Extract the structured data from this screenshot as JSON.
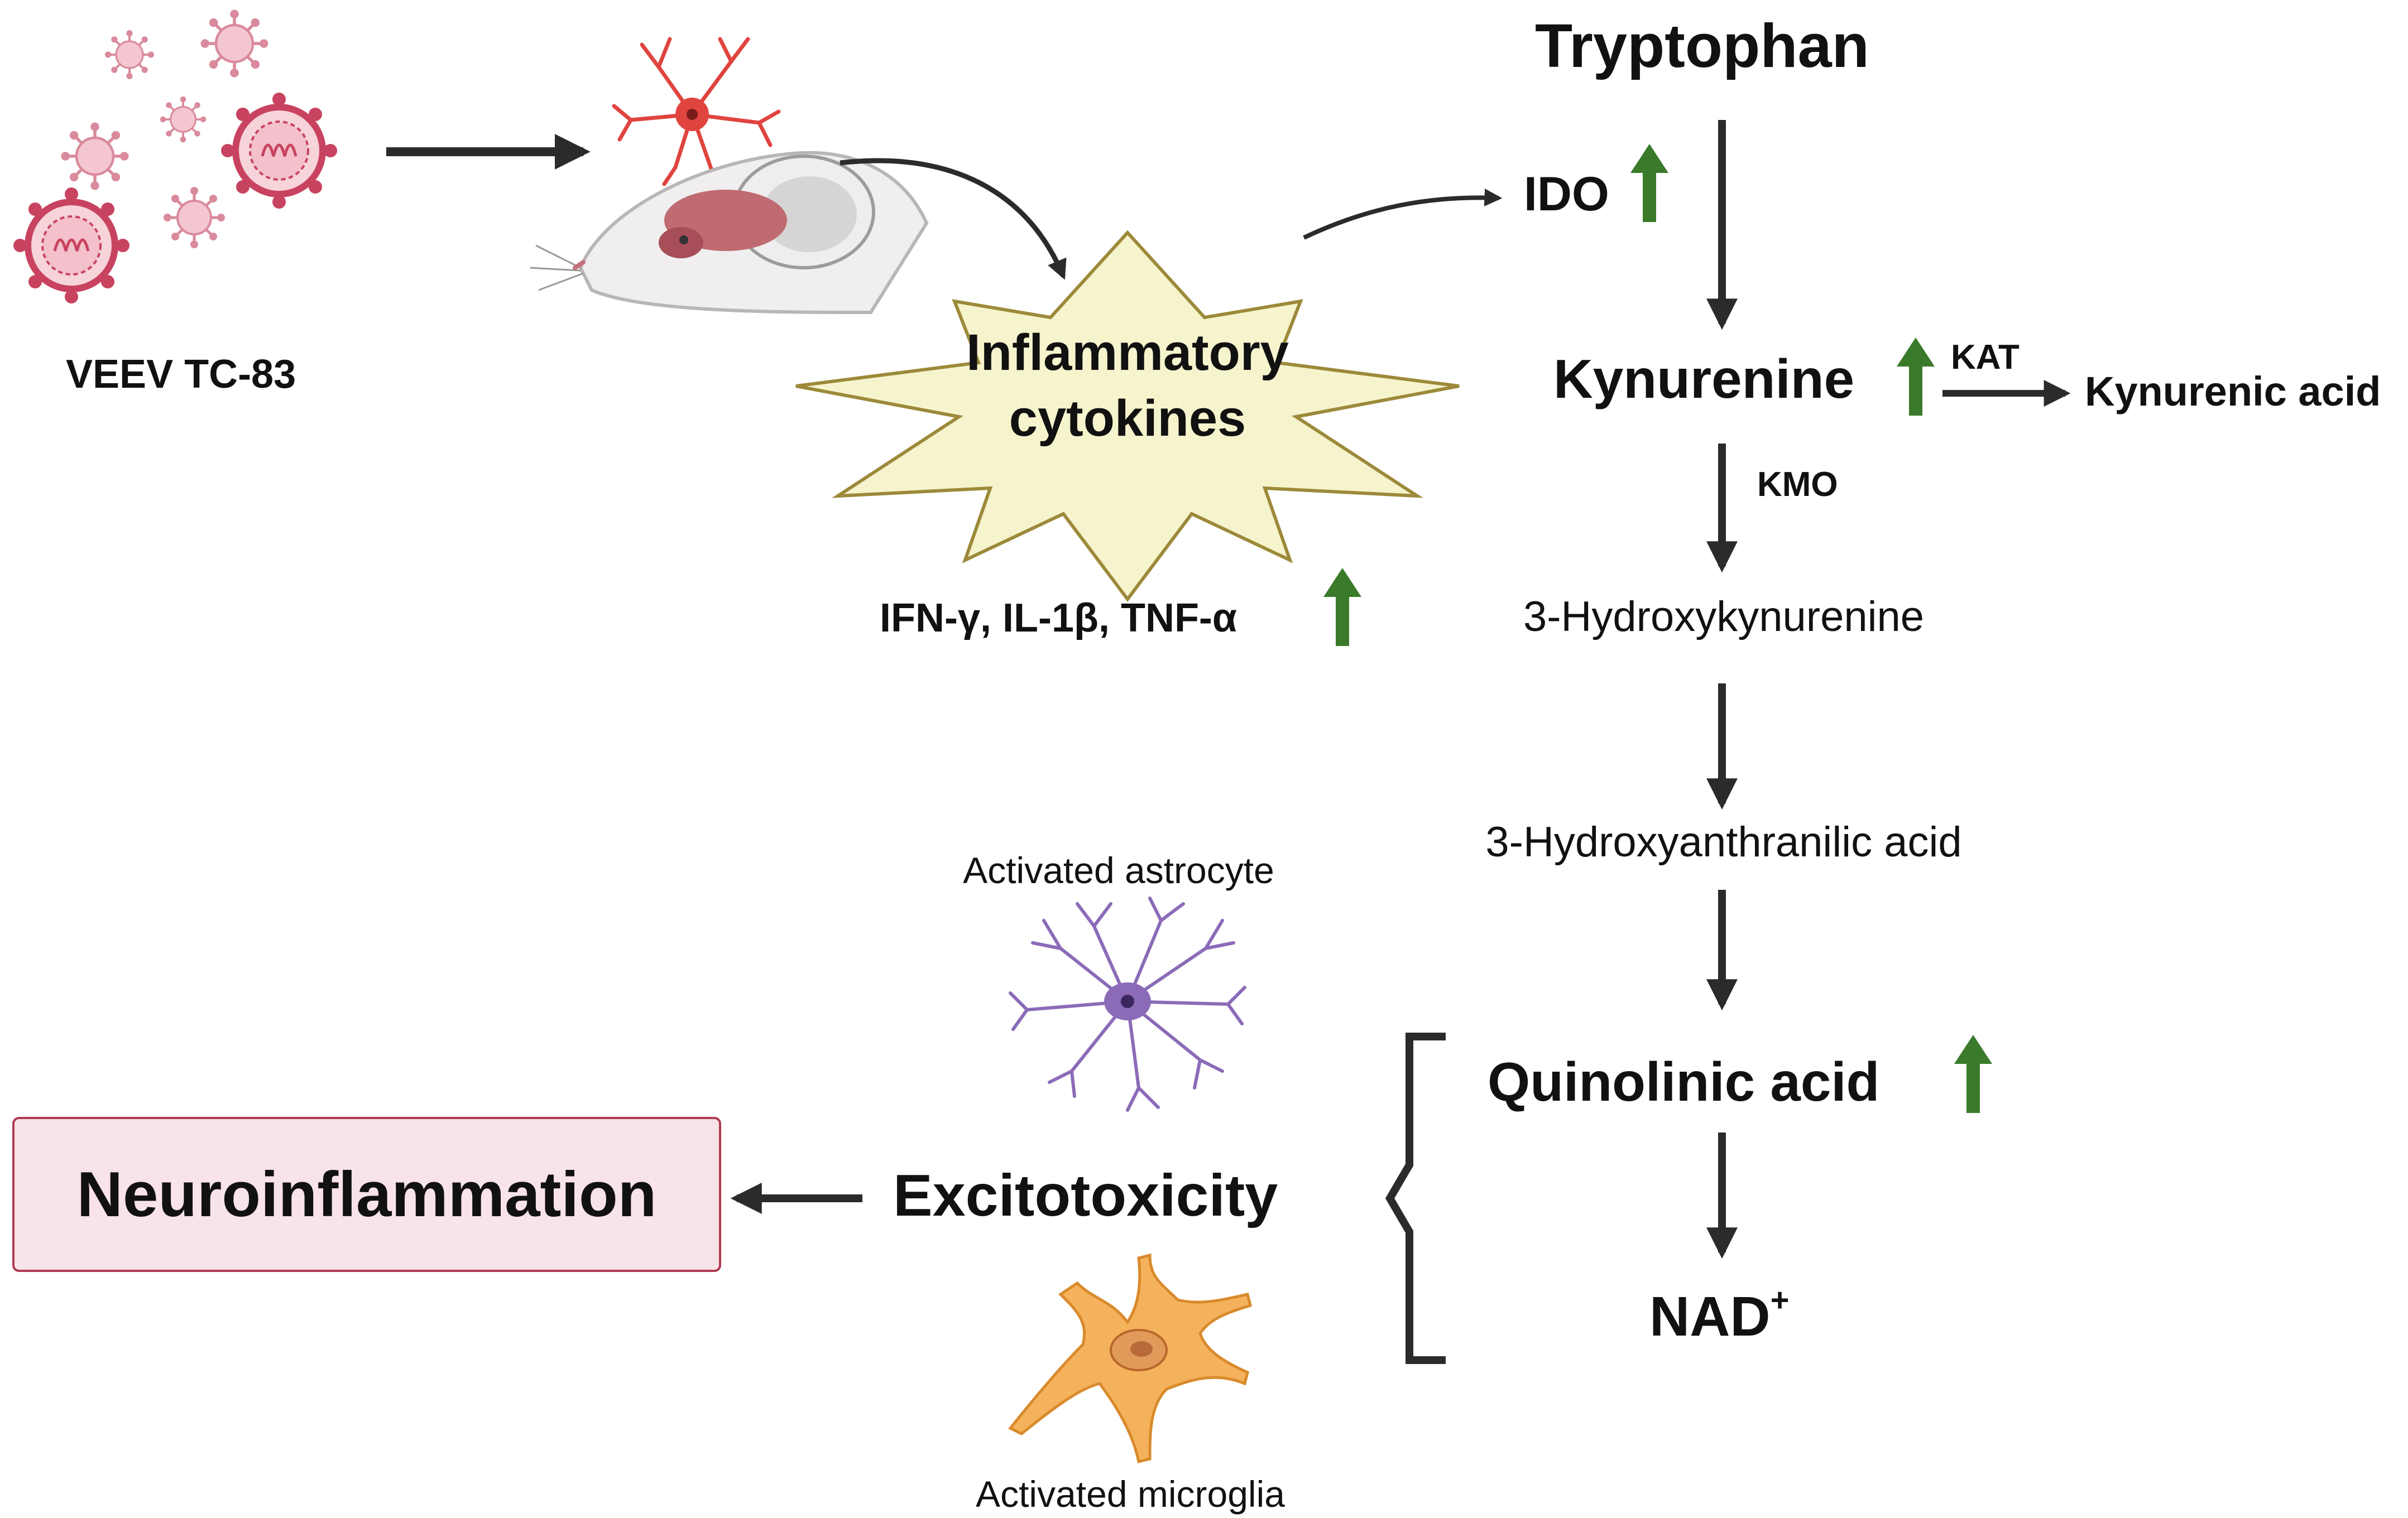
{
  "labels": {
    "virus": "VEEV TC-83",
    "cytokines_line1": "Inflammatory",
    "cytokines_line2": "cytokines",
    "cytokine_list": "IFN-γ, IL-1β, TNF-α",
    "tryptophan": "Tryptophan",
    "ido": "IDO",
    "kynurenine": "Kynurenine",
    "kat": "KAT",
    "kynurenic_acid": "Kynurenic acid",
    "kmo": "KMO",
    "hydroxykynurenine": "3-Hydroxykynurenine",
    "hydroxyanthranilic": "3-Hydroxyanthranilic acid",
    "quinolinic": "Quinolinic acid",
    "nad": "NAD",
    "nad_sup": "+",
    "excitotoxicity": "Excitotoxicity",
    "neuroinflammation": "Neuroinflammation",
    "astrocyte": "Activated astrocyte",
    "microglia": "Activated microglia"
  },
  "colors": {
    "arrow": "#2b2b2b",
    "up_arrow": "#3a7a2a",
    "starburst_fill": "#f6f4cd",
    "starburst_stroke": "#9c8a3a",
    "virus": "#c8435f",
    "astrocyte": "#8b6bb8",
    "microglia": "#f5b25c",
    "neuron": "#e0443e",
    "box_fill": "#f8e3e8",
    "box_stroke": "#b03a52"
  },
  "icons": [
    "virus-icon",
    "neuron-icon",
    "mouse-icon",
    "up-arrow-icon",
    "astrocyte-icon",
    "microglia-icon"
  ]
}
